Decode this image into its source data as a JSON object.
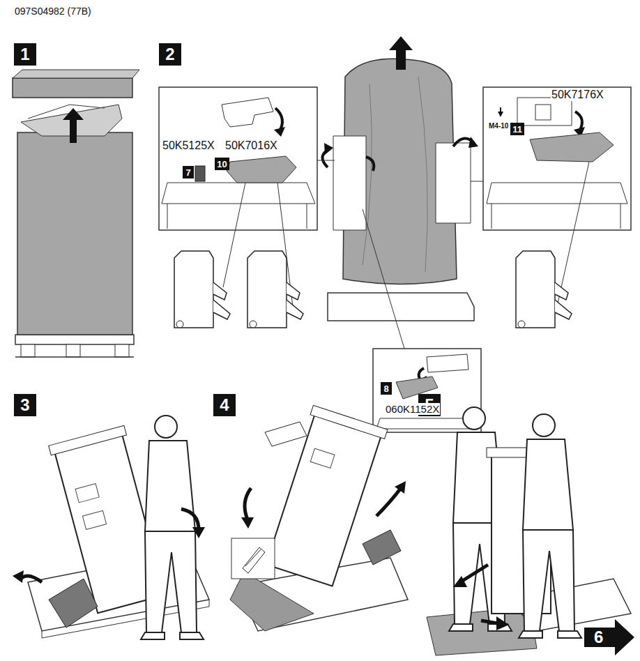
{
  "diagram": {
    "nodes": [
      {
        "text": [
          "1"
        ]
      },
      {
        "text": [
          "2"
        ]
      },
      {
        "text": [
          "11"
        ]
      },
      {
        "text": [
          "10"
        ]
      },
      {
        "text": [
          "7"
        ]
      },
      {
        "text": [
          "8"
        ]
      },
      {
        "text": [
          "3"
        ]
      },
      {
        "text": [
          "4"
        ]
      },
      {
        "text": [
          "5"
        ]
      },
      {
        "text": [
          "6"
        ]
      }
    ],
    "labels": [
      "097S04982 (77B)",
      "50K5125X",
      "50K7016X",
      "50K7176X",
      "M4-10",
      "060K1152X"
    ]
  }
}
